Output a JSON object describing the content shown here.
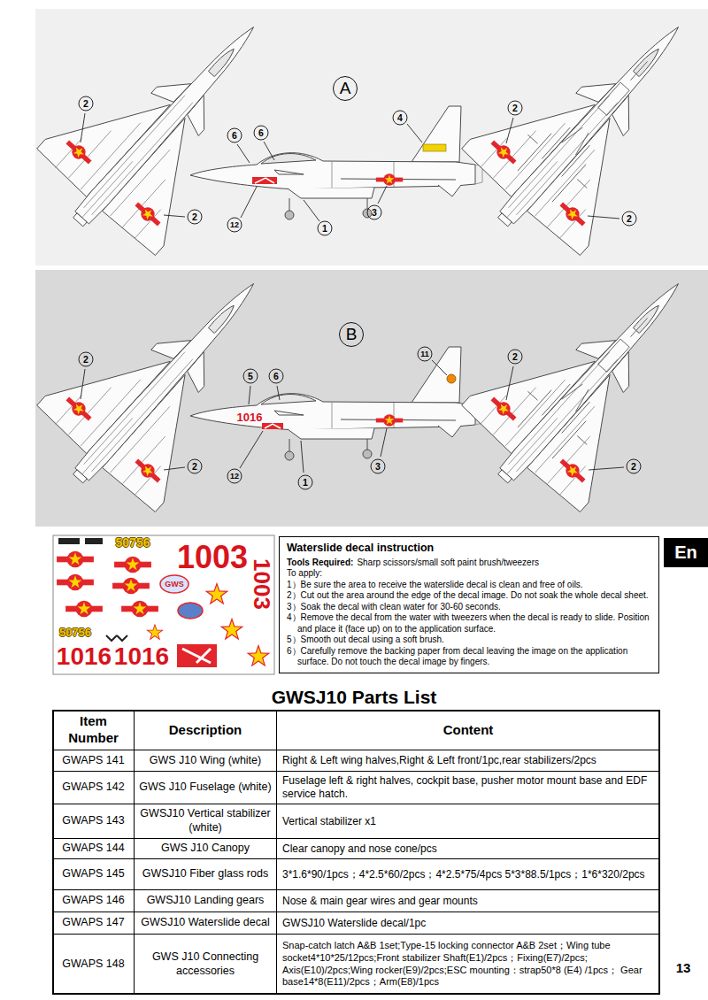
{
  "diagram": {
    "title": "GWSJ10 Parts List",
    "nodes": [
      {
        "text": [
          "A"
        ]
      },
      {
        "text": [
          "B"
        ]
      },
      {
        "text": [
          "Waterslide decal instruction",
          "Tools Required:",
          "Sharp scissors/small soft paint brush/tweezers",
          "To apply:",
          "1）Be sure the area to receive the waterslide decal is clean and free of oils.",
          "2）Cut out the area around the edge of the decal image. Do not soak the whole decal sheet.",
          "3）Soak the decal with clean water for 30-60 seconds.",
          "4）Remove the decal from the water with tweezers when the decal is ready to slide. Position and place it (face up) on to the application surface.",
          "5）Smooth out decal using a soft brush.",
          "6）Carefully remove the backing paper from decal leaving the image on the application surface. Do not touch the decal image by fingers."
        ]
      },
      {
        "text": [
          "En"
        ]
      }
    ],
    "labels": [
      "2",
      "2",
      "6",
      "6",
      "4",
      "12",
      "1",
      "3",
      "2",
      "2",
      "2",
      "2",
      "5",
      "6",
      "1016",
      "11",
      "12",
      "1",
      "3",
      "2",
      "2",
      "50756",
      "1003",
      "1003",
      "GWS",
      "50756",
      "1016",
      "1016",
      "Item Number",
      "Description",
      "Content",
      "GWAPS 141",
      "GWS J10 Wing (white)",
      "Right & Left wing halves,Right & Left front/1pc,rear stabilizers/2pcs",
      "GWAPS 142",
      "GWS J10 Fuselage (white)",
      "Fuselage left & right halves, cockpit base, pusher motor mount base and EDF service hatch.",
      "GWAPS 143",
      "GWSJ10 Vertical stabilizer (white)",
      "Vertical stabilizer x1",
      "GWAPS 144",
      "GWS J10 Canopy",
      "Clear canopy and nose cone/pcs",
      "GWAPS 145",
      "GWSJ10 Fiber glass rods",
      "3*1.6*90/1pcs；4*2.5*60/2pcs；4*2.5*75/4pcs 5*3*88.5/1pcs；1*6*320/2pcs",
      "GWAPS 146",
      "GWSJ10 Landing gears",
      "Nose & main gear wires and gear mounts",
      "GWAPS 147",
      "GWSJ10 Waterslide decal",
      "GWSJ10 Waterslide decal/1pc",
      "GWAPS 148",
      "GWS J10 Connecting accessories",
      "Snap-catch latch A&B 1set;Type-15 locking connector A&B 2set；Wing tube socket4*10*25/12pcs;Front stabilizer Shaft(E1)/2pcs；Fixing(E7)/2pcs; Axis(E10)/2pcs;Wing rocker(E9)/2pcs;ESC mounting：strap50*8 (E4) /1pcs； Gear base14*8(E11)/2pcs；Arm(E8)/1pcs",
      "13"
    ]
  }
}
